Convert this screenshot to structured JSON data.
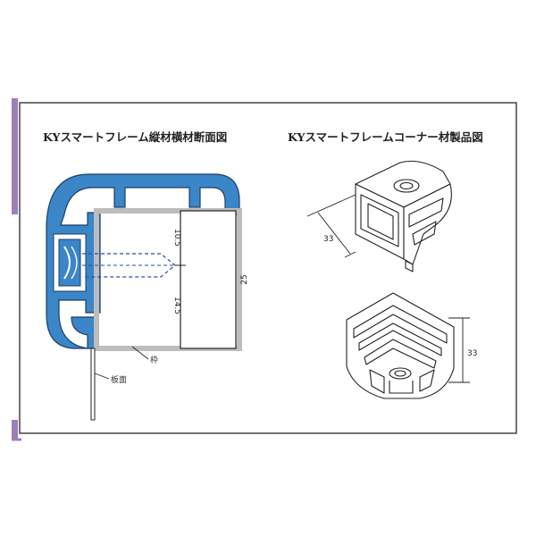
{
  "panel": {
    "accent_color": "#9b7fb8",
    "border_color": "#444444",
    "profile_blue": "#3a86c8"
  },
  "left_figure": {
    "title": "KYスマートフレーム縦材横材断面図",
    "dim_top": "10.5",
    "dim_bottom": "14.5",
    "dim_height": "25",
    "label_frame": "枠",
    "label_panel": "板面"
  },
  "right_figure": {
    "title": "KYスマートフレームコーナー材製品図",
    "dim_upper": "33",
    "dim_lower": "33"
  }
}
